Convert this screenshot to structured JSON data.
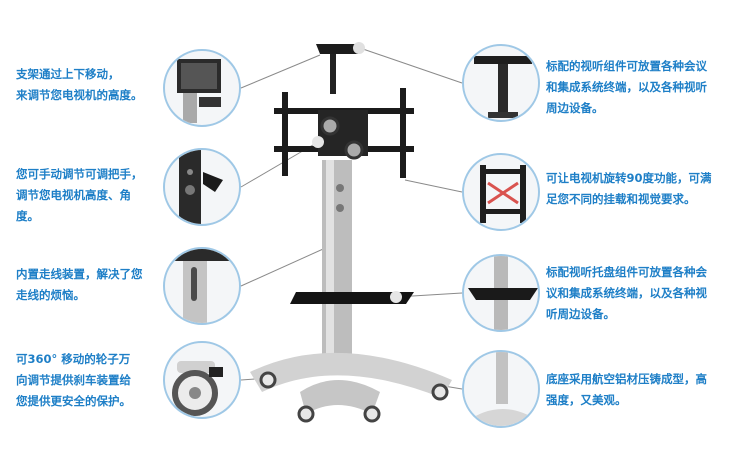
{
  "features": {
    "left_1": "支架通过上下移动，\n来调节您电视机的高度。",
    "left_2": "您可手动调节可调把手，\n调节您电视机高度、角\n度。",
    "left_3": "内置走线装置，解决了您\n走线的烦恼。",
    "left_4": "可360°  移动的轮子万\n向调节提供刹车装置给\n您提供更安全的保护。",
    "right_1": "标配的视听组件可放置各种会议\n和集成系统终端，以及各种视听\n周边设备。",
    "right_2": "可让电视机旋转90度功能，可满\n足您不同的挂载和视觉要求。",
    "right_3": "标配视听托盘组件可放置各种会\n议和集成系统终端，以及各种视\n听周边设备。",
    "right_4": "底座采用航空铝材压铸成型，高\n强度，又美观。"
  },
  "colors": {
    "caption": "#1e7fc7",
    "circle_border": "#9fc8e6"
  },
  "icons": {
    "left_1": "height-adjust-detail",
    "left_2": "hand-knob-detail",
    "left_3": "cable-management-detail",
    "left_4": "caster-wheel-detail",
    "right_1": "av-shelf-detail",
    "right_2": "rotation-detail",
    "right_3": "tray-detail",
    "right_4": "base-detail"
  }
}
